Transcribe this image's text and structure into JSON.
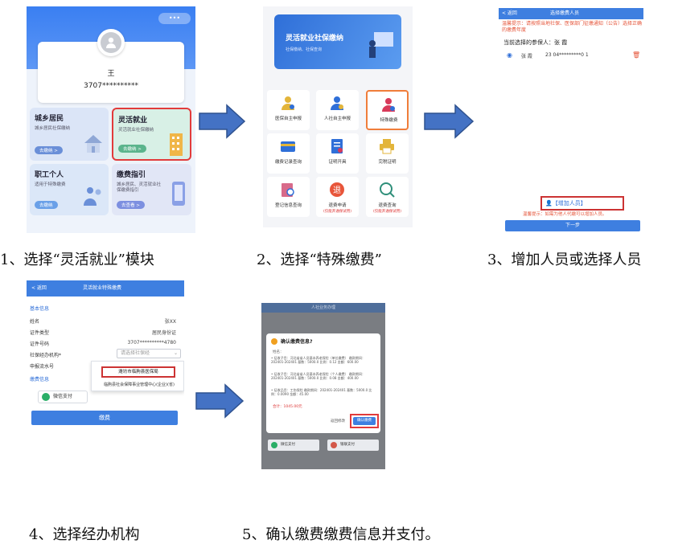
{
  "captions": {
    "step1": "1、选择“灵活就业”模块",
    "step2": "2、选择“特殊缴费”",
    "step3": "3、增加人员或选择人员",
    "step4": "4、选择经办机构",
    "step5": "5、确认缴费缴费信息并支付。"
  },
  "screen1": {
    "top_pill": "•••",
    "user_name": "王",
    "user_id": "3707**********",
    "tiles": [
      {
        "title": "城乡居民",
        "desc": "城乡居民社保缴纳",
        "btn": "去缴纳 >"
      },
      {
        "title": "灵活就业",
        "desc": "灵活就业社保缴纳",
        "btn": "去缴纳 >"
      },
      {
        "title": "职工个人",
        "desc": "适用于特殊缴费",
        "btn": "去缴纳"
      },
      {
        "title": "缴费指引",
        "desc": "城乡居民、灵活就业社保缴费指引",
        "btn": "去查看 >"
      }
    ]
  },
  "screen2": {
    "banner_title": "灵活就业社保缴纳",
    "banner_sub": "社保缴纳、社保查询",
    "items": [
      {
        "label": "医保自主申报",
        "note": ""
      },
      {
        "label": "人社自主申报",
        "note": ""
      },
      {
        "label": "特殊缴费",
        "note": ""
      },
      {
        "label": "缴费记录查询",
        "note": ""
      },
      {
        "label": "证明开具",
        "note": ""
      },
      {
        "label": "完税证明",
        "note": ""
      },
      {
        "label": "登记信息查询",
        "note": ""
      },
      {
        "label": "退费申请",
        "note": "(仅能开通保试用)"
      },
      {
        "label": "退费查询",
        "note": "(仅能开通保试用)"
      }
    ]
  },
  "screen3": {
    "nav_back": "< 返回",
    "nav_title": "选择缴费人员",
    "tip": "温馨提示：请按照当地社保、医保部门征缴通知（公告）选择正确的缴费年度",
    "current_label": "当前选择的参保人：张  霞",
    "person_name": "张  霞",
    "person_id": "23  04*********0  1",
    "add_btn": "【增加人员】",
    "bottom_tip": "温馨提示：如需为他人代缴可以增加人员。",
    "next_btn": "下一步"
  },
  "screen4": {
    "nav_back": "< 返回",
    "nav_title": "灵活就业特殊缴费",
    "section_basic": "基本信息",
    "name_label": "姓名",
    "name_value": "张XX",
    "doc_type_label": "证件类型",
    "doc_type_value": "居民身份证",
    "doc_no_label": "证件号码",
    "doc_no_value": "3707**********4780",
    "agency_label": "社保经办机构*",
    "agency_placeholder": "请选择社保经",
    "serial_label": "申报流水号",
    "section_pay": "缴费信息",
    "option1": "潍坊市临朐县医保局",
    "option2": "临朐县社会保障事业管理中心(企业)(省)",
    "wechat_pay": "微信支付",
    "pay_btn": "缴费"
  },
  "screen5": {
    "nav_title": "人社业务办理",
    "dialog_title": "确认缴费信息?",
    "dialog_name": "姓名：",
    "line1": "• 征收子目：河北省省人员基本养老保险（单位缴费） 缴款期间：202401-202401 基数：5000.0 比例：0.12 金额：600.00",
    "line2": "• 征收子目：河北省省人员基本养老保险（个人缴费） 缴款期间：202401-202401 基数：5000.0 比例：0.08 金额：400.00",
    "line3": "• 征收品目：工伤保险 缴款期间：202401-202401 基数：5000.0 比例：0.0090 金额：45.00",
    "total": "合计：1045.00元",
    "cancel_btn": "返回修改",
    "confirm_btn": "确认缴费",
    "wechat_pay": "微信支付",
    "other_pay": "银联支付"
  }
}
